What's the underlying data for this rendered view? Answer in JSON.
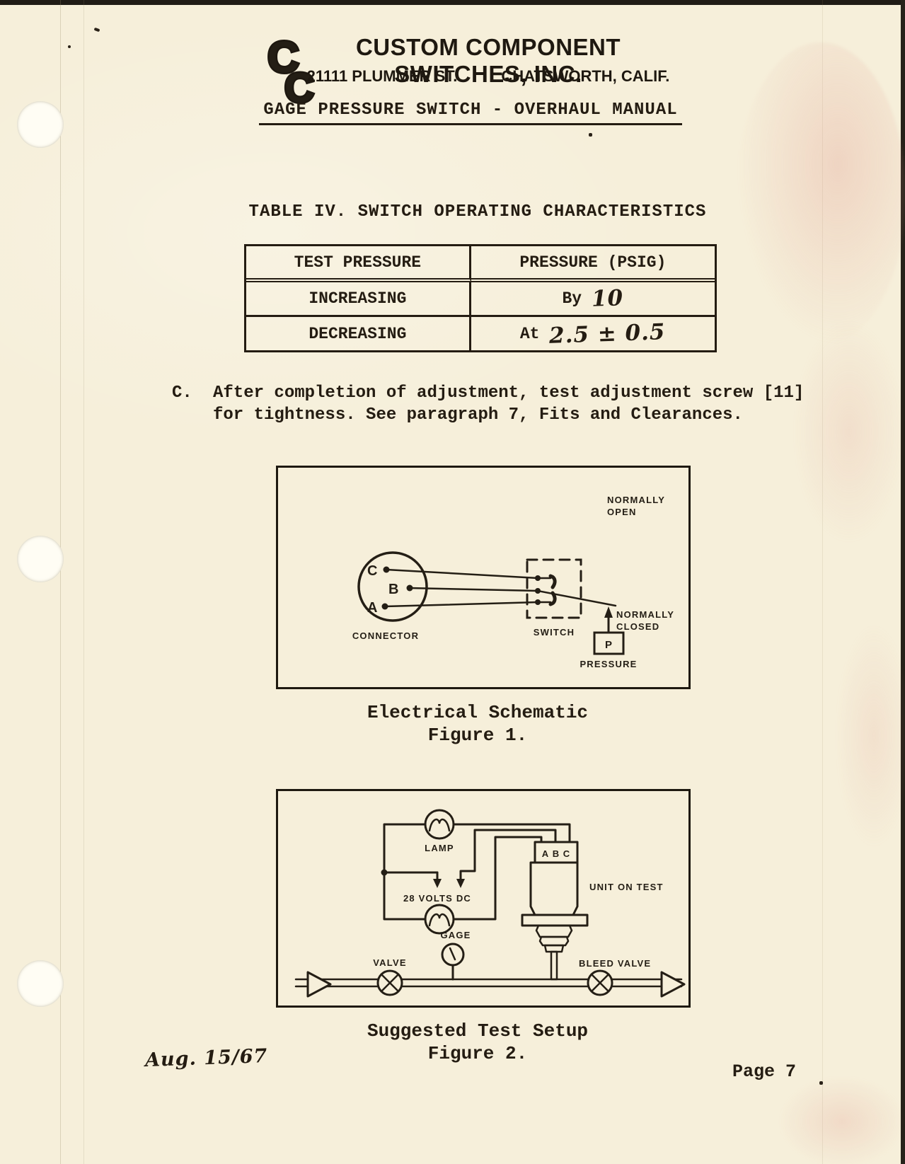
{
  "header": {
    "logo": "CC",
    "company": "CUSTOM COMPONENT SWITCHES, INC.",
    "address_left": "21111 PLUMMER ST.",
    "address_right": "CHATSWORTH, CALIF.",
    "doc_title": "GAGE PRESSURE SWITCH - OVERHAUL MANUAL"
  },
  "table": {
    "title": "TABLE IV.  SWITCH OPERATING CHARACTERISTICS",
    "columns": [
      "TEST PRESSURE",
      "PRESSURE (PSIG)"
    ],
    "rows": [
      {
        "label": "INCREASING",
        "prefix": "By",
        "value": "10"
      },
      {
        "label": "DECREASING",
        "prefix": "At",
        "value": "2.5 ± 0.5"
      }
    ]
  },
  "paragraph": {
    "marker": "C.",
    "line1": "After completion of adjustment, test adjustment screw [11]",
    "line2": "for tightness.  See paragraph 7, Fits and Clearances."
  },
  "figure1": {
    "normally_open_1": "NORMALLY",
    "normally_open_2": "OPEN",
    "pin_c": "C",
    "pin_b": "B",
    "pin_a": "A",
    "connector": "CONNECTOR",
    "switch": "SWITCH",
    "normally_closed_1": "NORMALLY",
    "normally_closed_2": "CLOSED",
    "p": "P",
    "pressure": "PRESSURE",
    "caption1": "Electrical Schematic",
    "caption2": "Figure 1."
  },
  "figure2": {
    "lamp": "LAMP",
    "volts": "28 VOLTS DC",
    "term_a": "A",
    "term_b": "B",
    "term_c": "C",
    "unit_on_test": "UNIT ON TEST",
    "gage": "GAGE",
    "valve": "VALVE",
    "bleed_valve": "BLEED VALVE",
    "caption1": "Suggested Test Setup",
    "caption2": "Figure 2."
  },
  "footer": {
    "date": "Aug. 15/67",
    "page": "Page 7"
  }
}
